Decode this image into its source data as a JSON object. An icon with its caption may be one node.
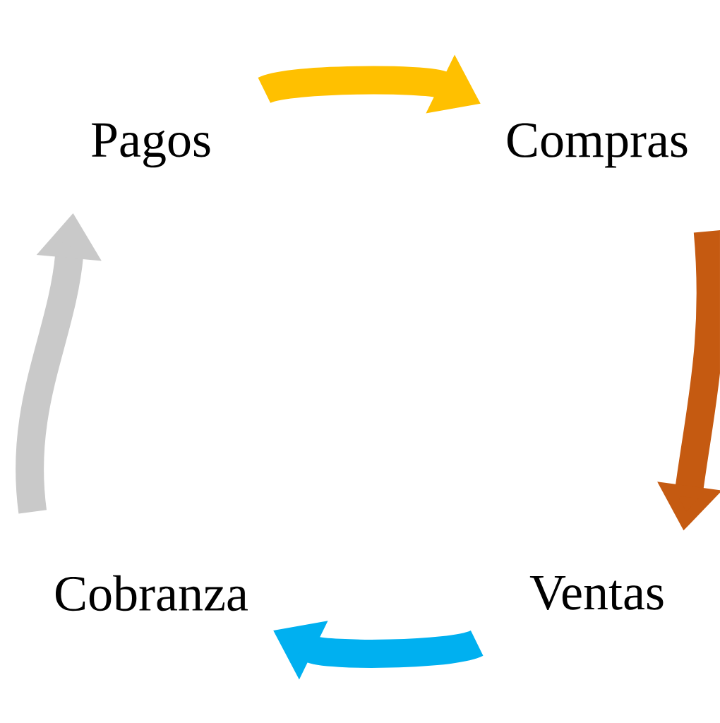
{
  "diagram": {
    "nodes": [
      {
        "text": [
          "Pagos"
        ]
      },
      {
        "text": [
          "Compras"
        ]
      },
      {
        "text": [
          "Ventas"
        ]
      },
      {
        "text": [
          "Cobranza"
        ]
      }
    ],
    "edges": [
      {
        "from": 0,
        "to": 1,
        "arrow": "to",
        "color": "#ffc000"
      },
      {
        "from": 1,
        "to": 2,
        "arrow": "to",
        "color": "#c55a11"
      },
      {
        "from": 2,
        "to": 3,
        "arrow": "to",
        "color": "#00b0f0"
      },
      {
        "from": 3,
        "to": 0,
        "arrow": "to",
        "color": "#c9c9c9"
      }
    ]
  }
}
